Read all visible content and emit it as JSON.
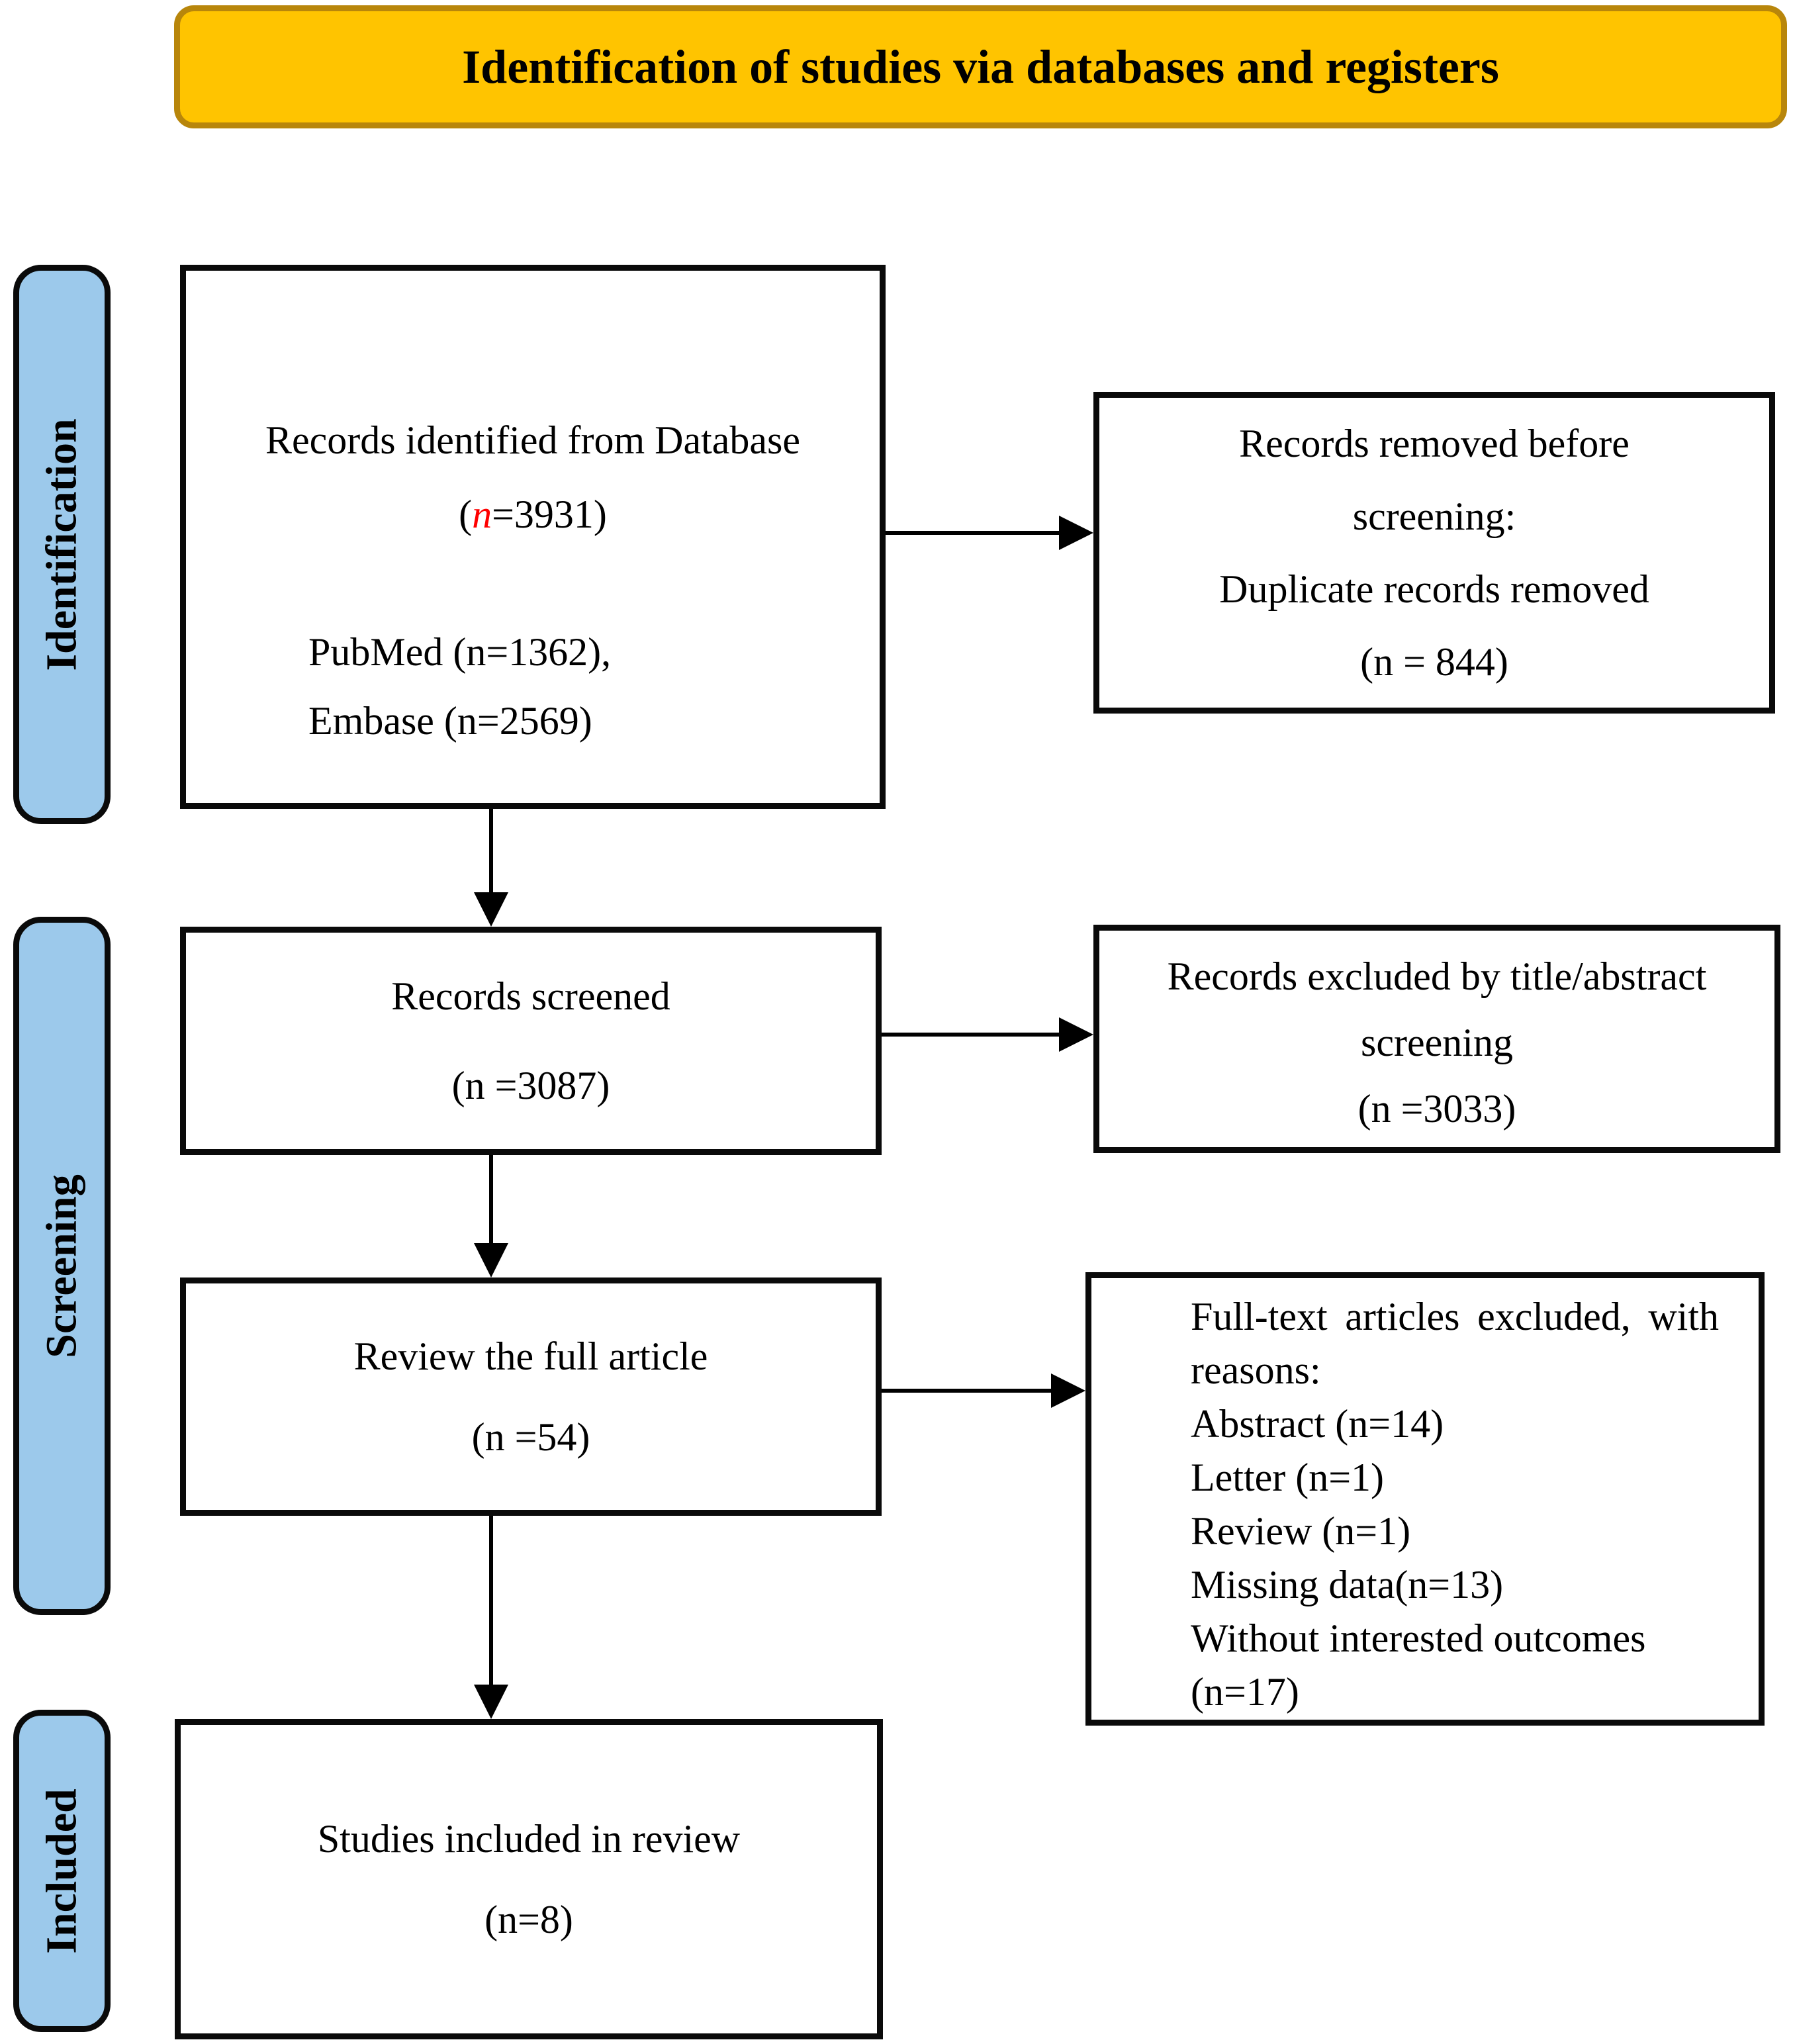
{
  "banner": {
    "title": "Identification of studies via databases and registers"
  },
  "sidebar": {
    "identification": "Identification",
    "screening": "Screening",
    "included": "Included"
  },
  "boxes": {
    "records_identified": {
      "line1": "Records identified from Database",
      "count_open": "(",
      "count_n": "n",
      "count_rest": "=3931)",
      "sources": [
        "PubMed (n=1362),",
        "Embase (n=2569)"
      ]
    },
    "records_removed": {
      "lines": [
        "Records removed before",
        "screening:",
        "Duplicate records removed",
        "(n = 844)"
      ]
    },
    "records_screened": {
      "line1": "Records screened",
      "line2": "(n =3087)"
    },
    "records_excluded": {
      "lines": [
        "Records excluded by title/abstract",
        "screening",
        "(n =3033)"
      ]
    },
    "full_article": {
      "line1": "Review the full article",
      "line2": "(n =54)"
    },
    "fulltext_excluded": {
      "lines": [
        "Full-text articles excluded, with",
        "reasons:",
        "Abstract (n=14)",
        "Letter (n=1)",
        "Review (n=1)",
        "Missing data(n=13)",
        "Without interested outcomes",
        "(n=17)"
      ]
    },
    "studies_included": {
      "line1": "Studies included in review",
      "line2": "(n=8)"
    }
  },
  "colors": {
    "banner_bg": "#FFC400",
    "banner_border": "#B8860B",
    "sidebar_bg": "#9CC9EB",
    "box_border": "#0A0A0A",
    "accent_red": "#FF0000"
  }
}
